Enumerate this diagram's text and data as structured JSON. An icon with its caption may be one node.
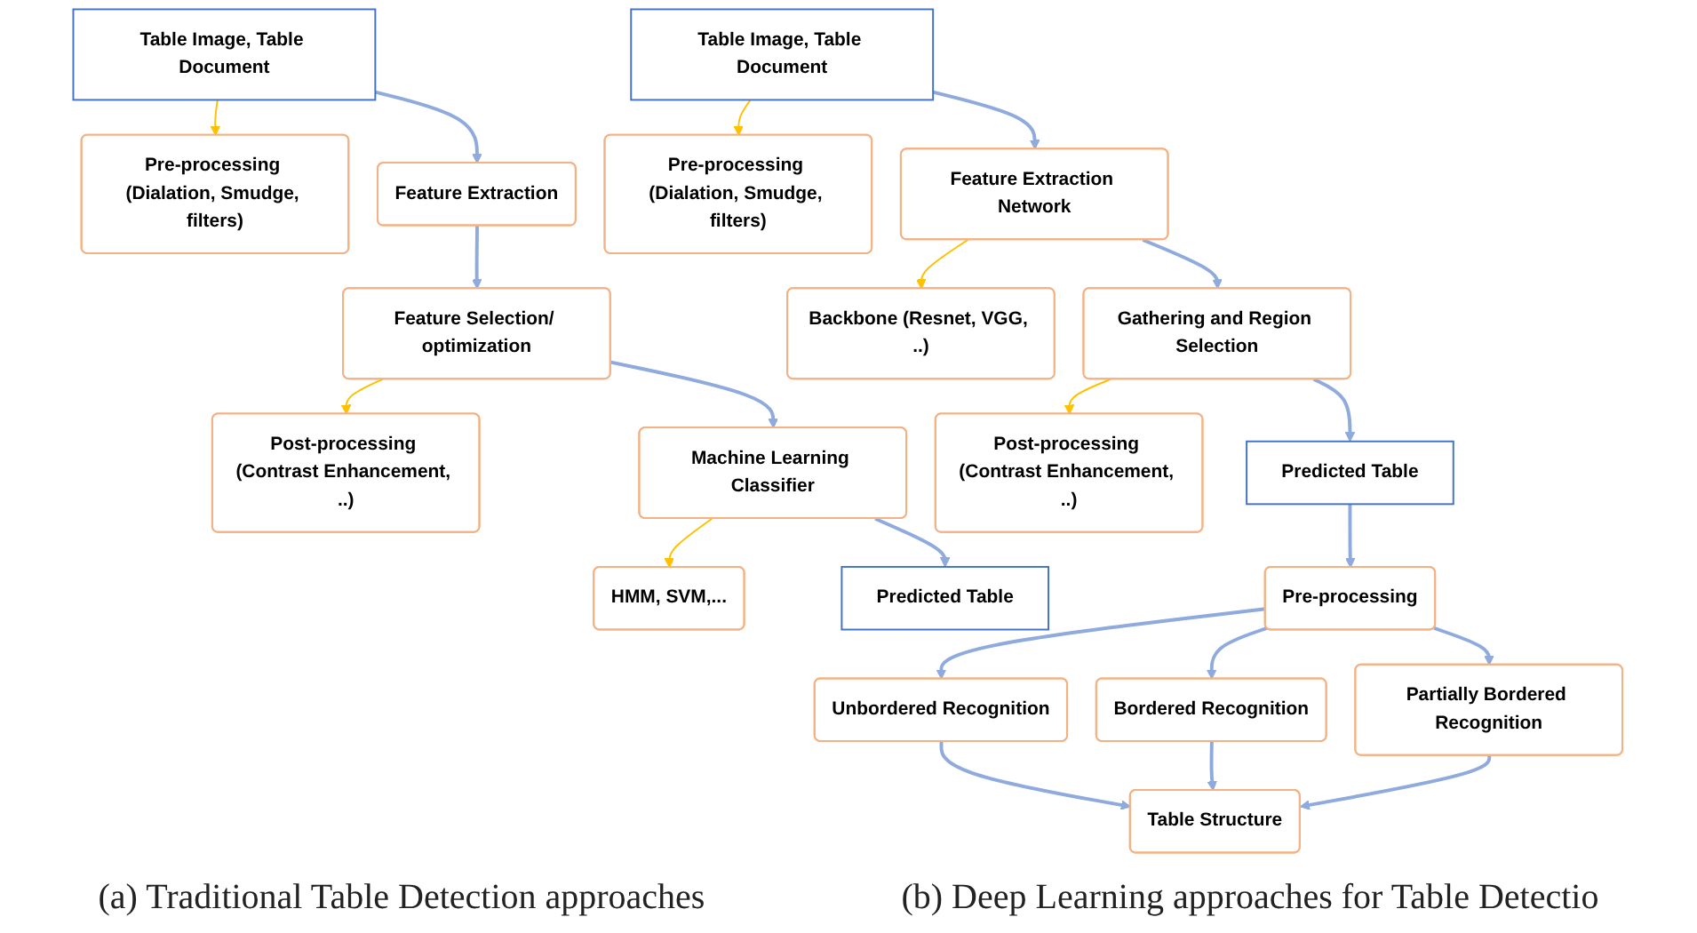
{
  "diagram": {
    "nodes": [
      {
        "text": [
          "Table Image, Table Document"
        ]
      },
      {
        "text": [
          "Pre-processing (Dialation, Smudge, filters)"
        ]
      },
      {
        "text": [
          "Feature Extraction"
        ]
      },
      {
        "text": [
          "Feature Selection/ optimization"
        ]
      },
      {
        "text": [
          "Post-processing (Contrast Enhancement, ..)"
        ]
      },
      {
        "text": [
          "Machine Learning Classifier"
        ]
      },
      {
        "text": [
          "HMM, SVM,..."
        ]
      },
      {
        "text": [
          "Predicted Table"
        ]
      },
      {
        "text": [
          "Table Image, Table Document"
        ]
      },
      {
        "text": [
          "Pre-processing (Dialation, Smudge, filters)"
        ]
      },
      {
        "text": [
          "Feature Extraction Network"
        ]
      },
      {
        "text": [
          "Backbone (Resnet, VGG, ..)"
        ]
      },
      {
        "text": [
          "Gathering and Region Selection"
        ]
      },
      {
        "text": [
          "Post-processing (Contrast Enhancement, ..)"
        ]
      },
      {
        "text": [
          "Predicted Table"
        ]
      },
      {
        "text": [
          "Pre-processing"
        ]
      },
      {
        "text": [
          "Unbordered Recognition"
        ]
      },
      {
        "text": [
          "Bordered Recognition"
        ]
      },
      {
        "text": [
          "Partially Bordered Recognition"
        ]
      },
      {
        "text": [
          "Table Structure"
        ]
      }
    ],
    "edges": [
      {
        "from": 0,
        "to": 2,
        "arrow": "to"
      },
      {
        "from": 0,
        "to": 1,
        "arrow": "to",
        "color": "#ffc000"
      },
      {
        "from": 2,
        "to": 3,
        "arrow": "to"
      },
      {
        "from": 3,
        "to": 5,
        "arrow": "to"
      },
      {
        "from": 3,
        "to": 4,
        "arrow": "to",
        "color": "#ffc000"
      },
      {
        "from": 5,
        "to": 6,
        "arrow": "to",
        "color": "#ffc000"
      },
      {
        "from": 5,
        "to": 7,
        "arrow": "to"
      },
      {
        "from": 8,
        "to": 10,
        "arrow": "to"
      },
      {
        "from": 8,
        "to": 9,
        "arrow": "to",
        "color": "#ffc000"
      },
      {
        "from": 10,
        "to": 11,
        "arrow": "to",
        "color": "#ffc000"
      },
      {
        "from": 10,
        "to": 12,
        "arrow": "to"
      },
      {
        "from": 12,
        "to": 14,
        "arrow": "to"
      },
      {
        "from": 12,
        "to": 13,
        "arrow": "to",
        "color": "#ffc000"
      },
      {
        "from": 14,
        "to": 15,
        "arrow": "to"
      },
      {
        "from": 15,
        "to": 16,
        "arrow": "to"
      },
      {
        "from": 15,
        "to": 17,
        "arrow": "to"
      },
      {
        "from": 15,
        "to": 18,
        "arrow": "to"
      },
      {
        "from": 16,
        "to": 19,
        "arrow": "to"
      },
      {
        "from": 17,
        "to": 19,
        "arrow": "to"
      },
      {
        "from": 18,
        "to": 19,
        "arrow": "to"
      }
    ],
    "labels": [
      "(a) Traditional Table Detection approaches",
      "(b) Deep Learning approaches for Table Detectio"
    ]
  }
}
